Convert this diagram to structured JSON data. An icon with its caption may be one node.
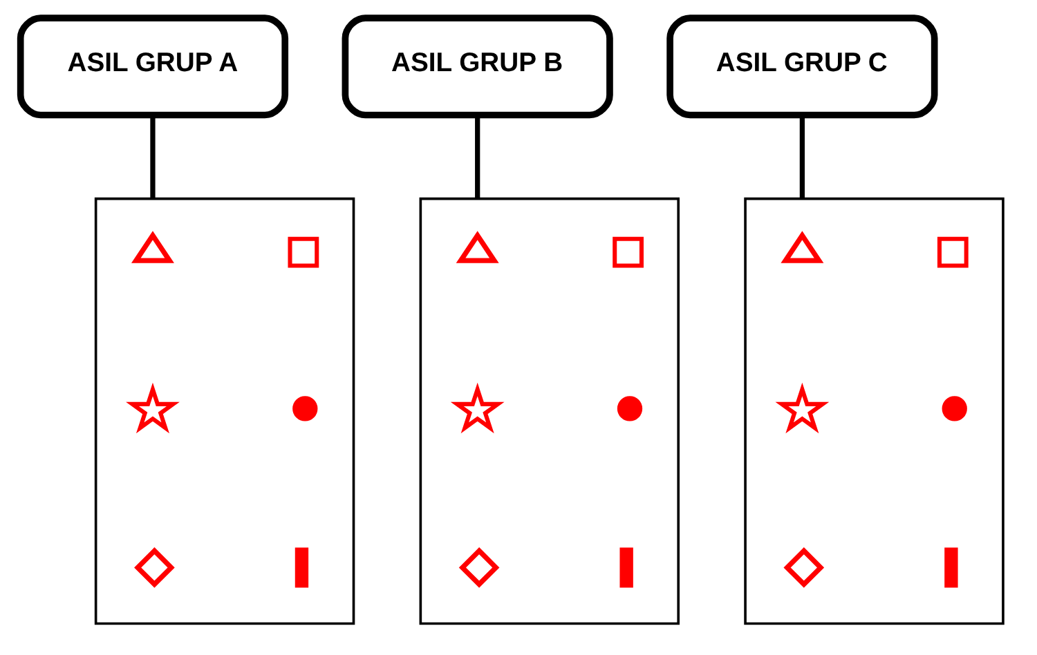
{
  "diagram": {
    "nodes": [
      {
        "text": [
          "ASIL GRUP A"
        ]
      },
      {
        "text": [
          "ASIL GRUP B"
        ]
      },
      {
        "text": [
          "ASIL GRUP C"
        ]
      },
      {
        "text": [],
        "shape": "box"
      },
      {
        "text": [],
        "shape": "triangle",
        "in": 3
      },
      {
        "text": [],
        "shape": "square",
        "in": 3
      },
      {
        "text": [],
        "shape": "star",
        "in": 3
      },
      {
        "text": [],
        "shape": "circle",
        "in": 3
      },
      {
        "text": [],
        "shape": "diamond",
        "in": 3
      },
      {
        "text": [],
        "shape": "bar",
        "in": 3
      },
      {
        "text": [],
        "shape": "box"
      },
      {
        "text": [],
        "shape": "triangle",
        "in": 10
      },
      {
        "text": [],
        "shape": "square",
        "in": 10
      },
      {
        "text": [],
        "shape": "star",
        "in": 10
      },
      {
        "text": [],
        "shape": "circle",
        "in": 10
      },
      {
        "text": [],
        "shape": "diamond",
        "in": 10
      },
      {
        "text": [],
        "shape": "bar",
        "in": 10
      },
      {
        "text": [],
        "shape": "box"
      },
      {
        "text": [],
        "shape": "triangle",
        "in": 17
      },
      {
        "text": [],
        "shape": "square",
        "in": 17
      },
      {
        "text": [],
        "shape": "star",
        "in": 17
      },
      {
        "text": [],
        "shape": "circle",
        "in": 17
      },
      {
        "text": [],
        "shape": "diamond",
        "in": 17
      },
      {
        "text": [],
        "shape": "bar",
        "in": 17
      }
    ],
    "edges": [
      {
        "from": 0,
        "to": 3,
        "arrow": "none"
      },
      {
        "from": 1,
        "to": 10,
        "arrow": "none"
      },
      {
        "from": 2,
        "to": 17,
        "arrow": "none"
      }
    ]
  }
}
